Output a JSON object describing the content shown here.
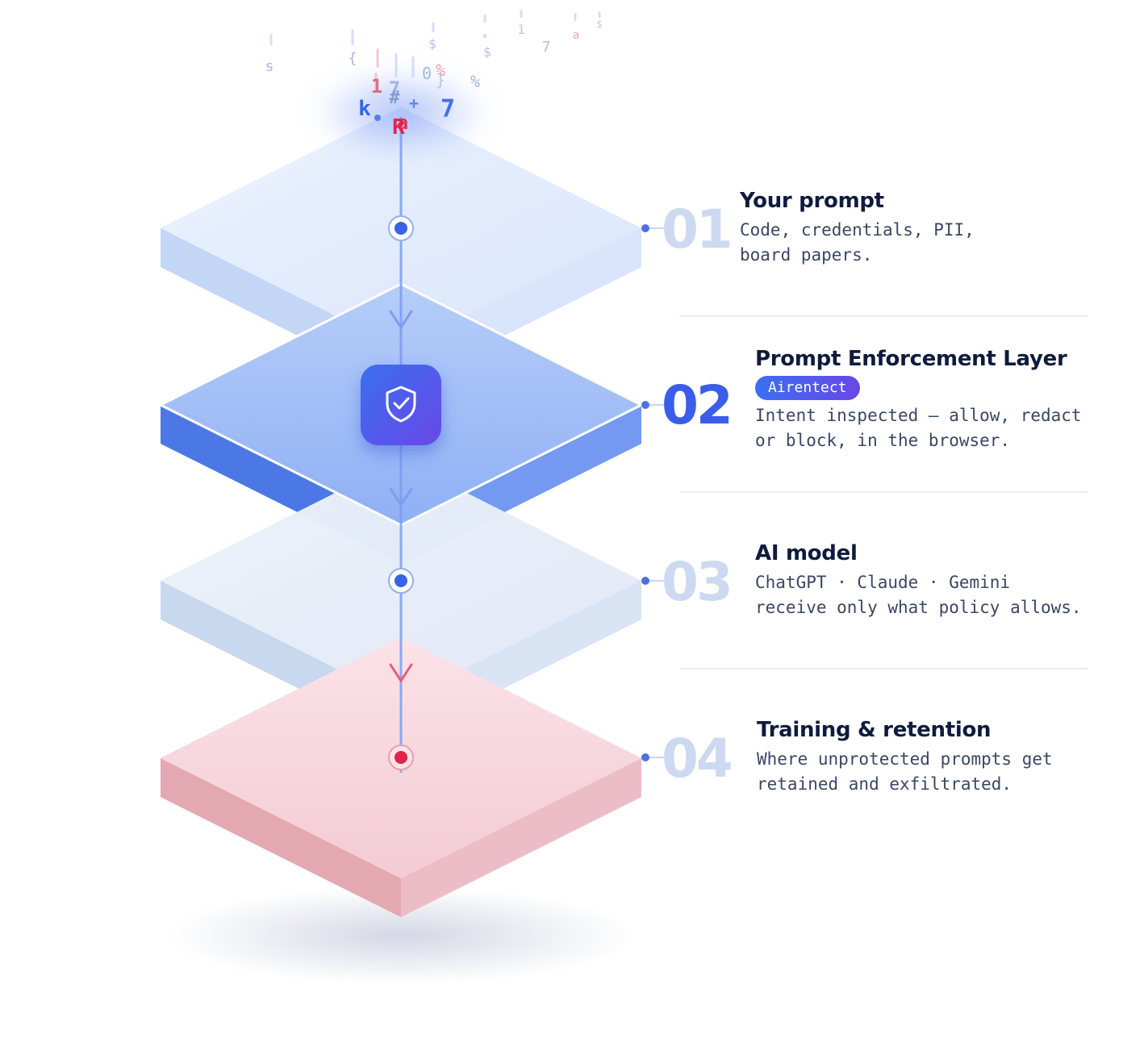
{
  "steps": [
    {
      "number": "01",
      "title": "Your prompt",
      "description": "Code, credentials, PII, board papers."
    },
    {
      "number": "02",
      "title": "Prompt Enforcement Layer",
      "badge": "Airentect",
      "description": "Intent inspected — allow, redact or block, in the browser."
    },
    {
      "number": "03",
      "title": "AI model",
      "description": "ChatGPT · Claude · Gemini receive only what policy allows."
    },
    {
      "number": "04",
      "title": "Training & retention",
      "description": "Where unprotected prompts get retained and exfiltrated."
    }
  ],
  "colors": {
    "accent_blue": "#3a6ff0",
    "accent_violet": "#6a47e8",
    "number_faded": "#cdd9f0",
    "danger_red": "#e0244a",
    "layer_light": "#e3ecfc",
    "layer_active": "#8fb0f5",
    "layer_model": "#e6ecf7",
    "layer_training": "#f5d3da"
  },
  "icons": {
    "shield": "shield-check-icon"
  },
  "particles": {
    "glyphs": [
      "s",
      "{",
      "$",
      "*",
      "1",
      "7",
      "a",
      "$",
      "0",
      "%",
      "}",
      "$",
      "%",
      "1",
      "7",
      "#",
      "k",
      "+",
      "7",
      "R",
      "a"
    ]
  }
}
